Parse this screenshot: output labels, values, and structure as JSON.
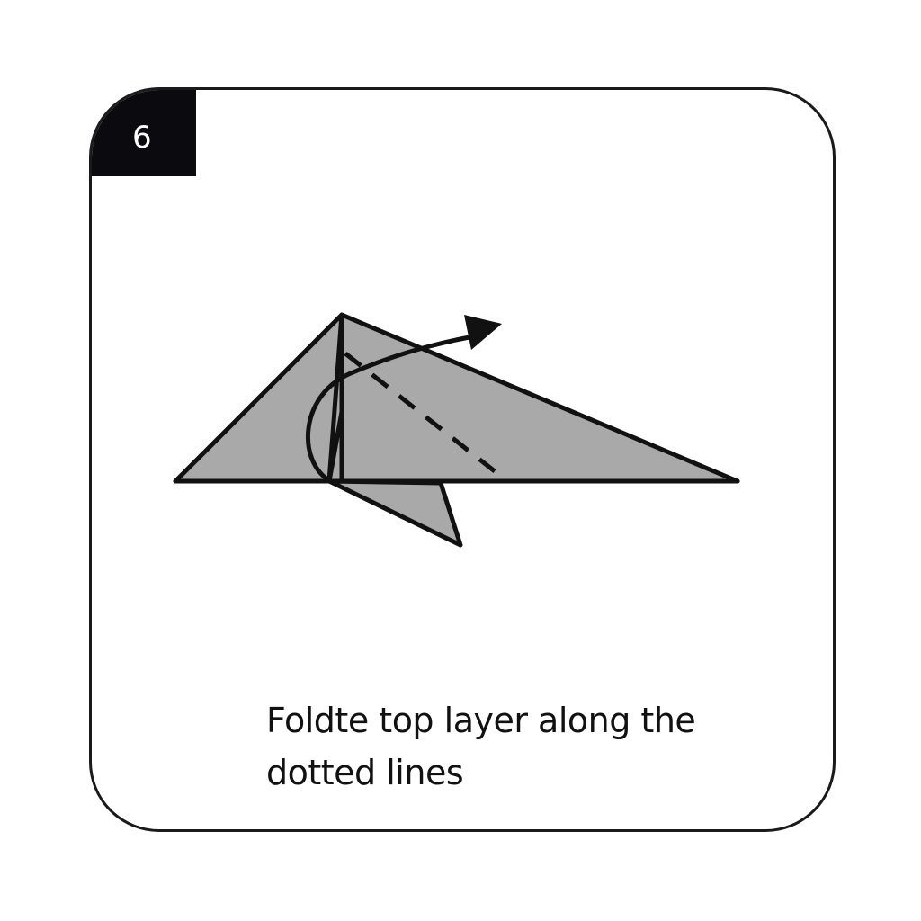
{
  "step": {
    "number": "6"
  },
  "instruction": {
    "text": "Foldte top layer along the dotted lines"
  },
  "colors": {
    "paper_fill": "#a9a9a9",
    "outline": "#111111",
    "badge_background": "#0b0b0f",
    "badge_text": "#ffffff"
  },
  "icons": {
    "fold_arrow": "curved-arrow-icon",
    "fold_line": "dashed-fold-line"
  }
}
